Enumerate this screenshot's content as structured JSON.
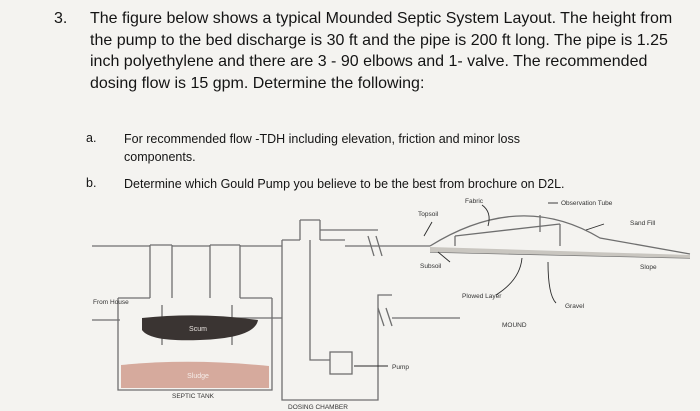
{
  "question": {
    "number": "3.",
    "text": "The figure below shows a typical Mounded Septic System Layout. The height from the pump to the bed discharge is 30 ft and the pipe is 200 ft long. The pipe is 1.25 inch polyethylene and there are 3 - 90 elbows and 1- valve. The recommended dosing flow is 15 gpm. Determine the following:"
  },
  "items": [
    {
      "letter": "a.",
      "text": "For recommended flow -TDH including elevation, friction and minor loss components."
    },
    {
      "letter": "b.",
      "text": "Determine which Gould Pump you believe to be the best from brochure on D2L."
    }
  ],
  "diagram": {
    "from_house": "From House",
    "scum": "Scum",
    "sludge": "Sludge",
    "septic_tank": "SEPTIC TANK",
    "dosing_chamber": "DOSING CHAMBER",
    "pump": "Pump",
    "fabric": "Fabric",
    "topsoil": "Topsoil",
    "subsoil": "Subsoil",
    "observation_tube": "Observation Tube",
    "sand_fill": "Sand Fill",
    "slope": "Slope",
    "plowed_layer": "Plowed Layer",
    "gravel": "Gravel",
    "mound": "MOUND"
  },
  "colors": {
    "pipe": "#6f6f6f",
    "scum": "#3a3432",
    "sludge": "#d6aa9d",
    "arrow": "#2a2a2a"
  }
}
